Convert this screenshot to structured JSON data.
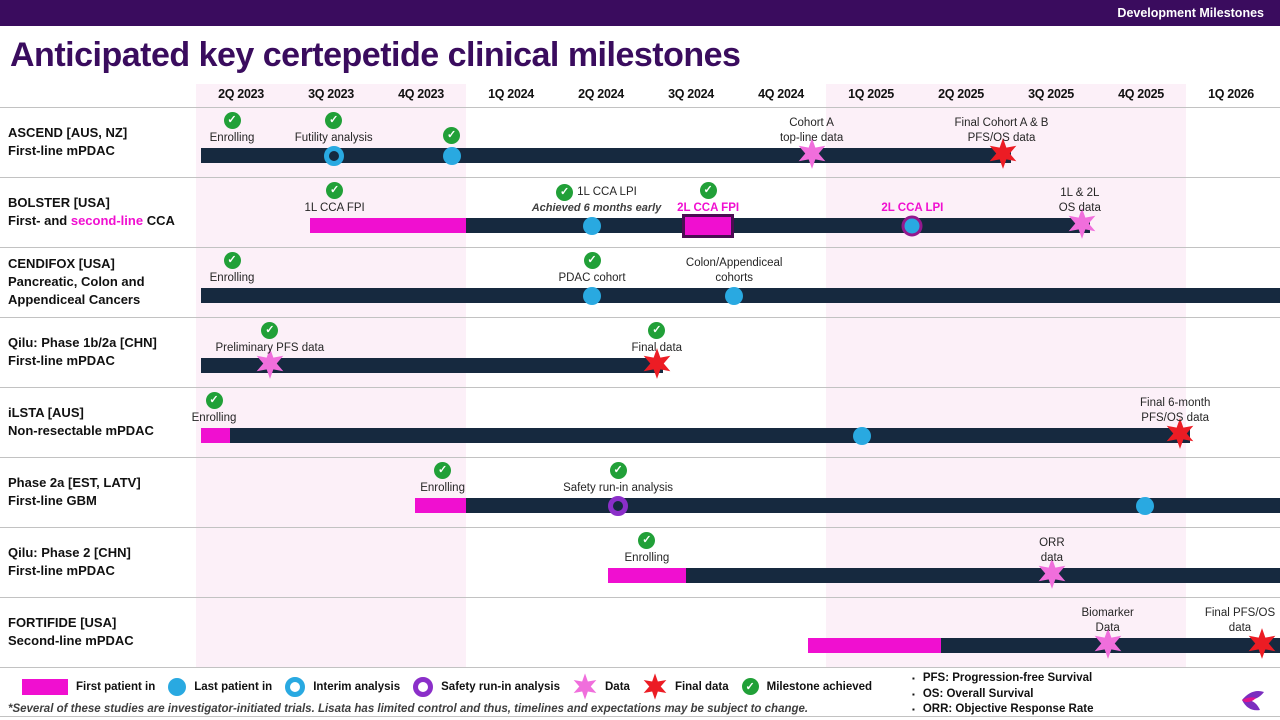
{
  "top_bar": {
    "label": "Development Milestones"
  },
  "title": "Anticipated key certepetide clinical milestones",
  "colors": {
    "purple": "#3A0C5E",
    "navy": "#16293F",
    "magenta": "#F00FD0",
    "blue": "#29A9E1",
    "ring_purple": "#8B2FC9",
    "lpi_ring_purple": "#93188E",
    "star_pink": "#F06EDC",
    "star_red": "#EC1C24",
    "green": "#21A038",
    "band_pink": "#FCF0F8"
  },
  "chart_data": {
    "type": "timeline",
    "title": "Anticipated key certepetide clinical milestones",
    "quarters": [
      "2Q 2023",
      "3Q 2023",
      "4Q 2023",
      "1Q 2024",
      "2Q 2024",
      "3Q 2024",
      "4Q 2024",
      "1Q 2025",
      "2Q 2025",
      "3Q 2025",
      "4Q 2025",
      "1Q 2026"
    ],
    "highlight_quarters": [
      [
        "2Q 2023",
        "4Q 2023"
      ],
      [
        "1Q 2025",
        "4Q 2025"
      ]
    ],
    "rows": [
      {
        "name": "ascend",
        "label": [
          [
            {
              "t": "ASCEND [AUS, NZ]"
            }
          ],
          [
            {
              "t": "First-line mPDAC"
            }
          ]
        ],
        "segments": [
          {
            "q0": 0.05,
            "q1": 9.05,
            "kind": "main"
          }
        ],
        "markers": [
          {
            "q": 1.53,
            "kind": "interim"
          },
          {
            "q": 2.84,
            "kind": "lpi"
          },
          {
            "q": 6.84,
            "kind": "star-pink"
          },
          {
            "q": 8.97,
            "kind": "star-red"
          }
        ],
        "annotations": [
          {
            "q": 0.4,
            "check": "above",
            "lines": [
              {
                "t": "Enrolling"
              }
            ]
          },
          {
            "q": 1.53,
            "check": "above",
            "lines": [
              {
                "t": "Futility analysis"
              }
            ]
          },
          {
            "q": 2.84,
            "check": "above",
            "lines": []
          },
          {
            "q": 6.84,
            "lines": [
              {
                "t": "Cohort A"
              },
              {
                "t": "top-line data"
              }
            ]
          },
          {
            "q": 8.95,
            "lines": [
              {
                "t": "Final Cohort A & B"
              },
              {
                "t": "PFS/OS data"
              }
            ]
          }
        ]
      },
      {
        "name": "bolster",
        "label": [
          [
            {
              "t": "BOLSTER [USA]"
            }
          ],
          [
            {
              "t": "First- and "
            },
            {
              "t": "second-line",
              "accent": true
            },
            {
              "t": " CCA"
            }
          ]
        ],
        "segments": [
          {
            "q0": 1.27,
            "q1": 3.0,
            "kind": "fpi"
          },
          {
            "q0": 3.0,
            "q1": 9.93,
            "kind": "main"
          }
        ],
        "markers": [
          {
            "q": 4.4,
            "kind": "lpi"
          },
          {
            "q": 5.69,
            "kind": "fpi-box"
          },
          {
            "q": 7.96,
            "kind": "lpi-ring"
          },
          {
            "q": 9.84,
            "kind": "star-pink"
          }
        ],
        "annotations": [
          {
            "q": 1.54,
            "check": "above",
            "lines": [
              {
                "t": "1L CCA FPI"
              }
            ]
          },
          {
            "q": 4.45,
            "check": "inline",
            "lines": [
              {
                "t": "1L CCA LPI"
              },
              {
                "t": "Achieved 6 months early",
                "italic": true
              }
            ]
          },
          {
            "q": 5.69,
            "check": "above",
            "lines": [
              {
                "t": "2L CCA FPI",
                "accent": true
              }
            ]
          },
          {
            "q": 7.96,
            "lines": [
              {
                "t": "2L CCA LPI",
                "accent": true
              }
            ]
          },
          {
            "q": 9.82,
            "lines": [
              {
                "t": "1L & 2L"
              },
              {
                "t": "OS data"
              }
            ]
          }
        ]
      },
      {
        "name": "cendifox",
        "label": [
          [
            {
              "t": "CENDIFOX [USA]"
            }
          ],
          [
            {
              "t": "Pancreatic, Colon and"
            }
          ],
          [
            {
              "t": "Appendiceal Cancers"
            }
          ]
        ],
        "segments": [
          {
            "q0": 0.05,
            "q1": 12.06,
            "kind": "main"
          }
        ],
        "markers": [
          {
            "q": 4.4,
            "kind": "lpi"
          },
          {
            "q": 5.98,
            "kind": "lpi"
          }
        ],
        "annotations": [
          {
            "q": 0.4,
            "check": "above",
            "lines": [
              {
                "t": "Enrolling"
              }
            ]
          },
          {
            "q": 4.4,
            "check": "above",
            "lines": [
              {
                "t": "PDAC cohort"
              }
            ]
          },
          {
            "q": 5.98,
            "lines": [
              {
                "t": "Colon/Appendiceal"
              },
              {
                "t": "cohorts"
              }
            ]
          }
        ]
      },
      {
        "name": "qilu-phase-1b-2a",
        "label": [
          [
            {
              "t": "Qilu: Phase 1b/2a [CHN]"
            }
          ],
          [
            {
              "t": "First-line mPDAC"
            }
          ]
        ],
        "segments": [
          {
            "q0": 0.05,
            "q1": 5.19,
            "kind": "main"
          }
        ],
        "markers": [
          {
            "q": 0.82,
            "kind": "star-pink"
          },
          {
            "q": 5.12,
            "kind": "star-red"
          }
        ],
        "annotations": [
          {
            "q": 0.82,
            "check": "above",
            "lines": [
              {
                "t": "Preliminary PFS data"
              }
            ]
          },
          {
            "q": 5.12,
            "check": "above",
            "lines": [
              {
                "t": "Final data"
              }
            ]
          }
        ]
      },
      {
        "name": "ilsta",
        "label": [
          [
            {
              "t": "iLSTA [AUS]"
            }
          ],
          [
            {
              "t": "Non-resectable mPDAC"
            }
          ]
        ],
        "segments": [
          {
            "q0": 0.05,
            "q1": 0.38,
            "kind": "fpi"
          },
          {
            "q0": 0.38,
            "q1": 11.05,
            "kind": "main"
          }
        ],
        "markers": [
          {
            "q": 7.4,
            "kind": "lpi"
          },
          {
            "q": 10.93,
            "kind": "star-red"
          }
        ],
        "annotations": [
          {
            "q": 0.2,
            "check": "above",
            "lines": [
              {
                "t": "Enrolling"
              }
            ]
          },
          {
            "q": 10.88,
            "lines": [
              {
                "t": "Final 6-month"
              },
              {
                "t": "PFS/OS data"
              }
            ]
          }
        ]
      },
      {
        "name": "phase-2a-gbm",
        "label": [
          [
            {
              "t": "Phase 2a [EST, LATV]"
            }
          ],
          [
            {
              "t": "First-line GBM"
            }
          ]
        ],
        "segments": [
          {
            "q0": 2.43,
            "q1": 3.0,
            "kind": "fpi"
          },
          {
            "q0": 3.0,
            "q1": 12.06,
            "kind": "main"
          }
        ],
        "markers": [
          {
            "q": 4.69,
            "kind": "safety"
          },
          {
            "q": 10.54,
            "kind": "lpi"
          }
        ],
        "annotations": [
          {
            "q": 2.74,
            "check": "above",
            "lines": [
              {
                "t": "Enrolling"
              }
            ]
          },
          {
            "q": 4.69,
            "check": "above",
            "lines": [
              {
                "t": "Safety run-in analysis"
              }
            ]
          }
        ]
      },
      {
        "name": "qilu-phase-2",
        "label": [
          [
            {
              "t": "Qilu: Phase 2 [CHN]"
            }
          ],
          [
            {
              "t": "First-line mPDAC"
            }
          ]
        ],
        "segments": [
          {
            "q0": 4.58,
            "q1": 5.44,
            "kind": "fpi"
          },
          {
            "q0": 5.44,
            "q1": 12.06,
            "kind": "main"
          }
        ],
        "markers": [
          {
            "q": 9.51,
            "kind": "star-pink"
          }
        ],
        "annotations": [
          {
            "q": 5.01,
            "check": "above",
            "lines": [
              {
                "t": "Enrolling"
              }
            ]
          },
          {
            "q": 9.51,
            "lines": [
              {
                "t": "ORR"
              },
              {
                "t": "data"
              }
            ]
          }
        ]
      },
      {
        "name": "fortifide",
        "label": [
          [
            {
              "t": "FORTIFIDE [USA]"
            }
          ],
          [
            {
              "t": "Second-line mPDAC"
            }
          ]
        ],
        "segments": [
          {
            "q0": 6.8,
            "q1": 8.28,
            "kind": "fpi"
          },
          {
            "q0": 8.28,
            "q1": 12.06,
            "kind": "main"
          }
        ],
        "markers": [
          {
            "q": 10.13,
            "kind": "star-pink"
          },
          {
            "q": 11.84,
            "kind": "star-red"
          }
        ],
        "annotations": [
          {
            "q": 10.13,
            "lines": [
              {
                "t": "Biomarker"
              },
              {
                "t": "Data"
              }
            ]
          },
          {
            "q": 11.6,
            "lines": [
              {
                "t": "Final PFS/OS"
              },
              {
                "t": "data"
              }
            ]
          }
        ]
      }
    ]
  },
  "legend": {
    "items": [
      {
        "kind": "fpi",
        "label": "First patient in"
      },
      {
        "kind": "lpi",
        "label": "Last patient in"
      },
      {
        "kind": "interim",
        "label": "Interim analysis"
      },
      {
        "kind": "safety",
        "label": "Safety run-in analysis"
      },
      {
        "kind": "star-pink",
        "label": "Data"
      },
      {
        "kind": "star-red",
        "label": "Final data"
      },
      {
        "kind": "check",
        "label": "Milestone achieved"
      }
    ]
  },
  "abbreviations": [
    "PFS: Progression-free Survival",
    "OS: Overall Survival",
    "ORR: Objective Response Rate"
  ],
  "footnote": "*Several of these studies are investigator-initiated trials. Lisata has limited control and thus, timelines and expectations may be subject to change."
}
